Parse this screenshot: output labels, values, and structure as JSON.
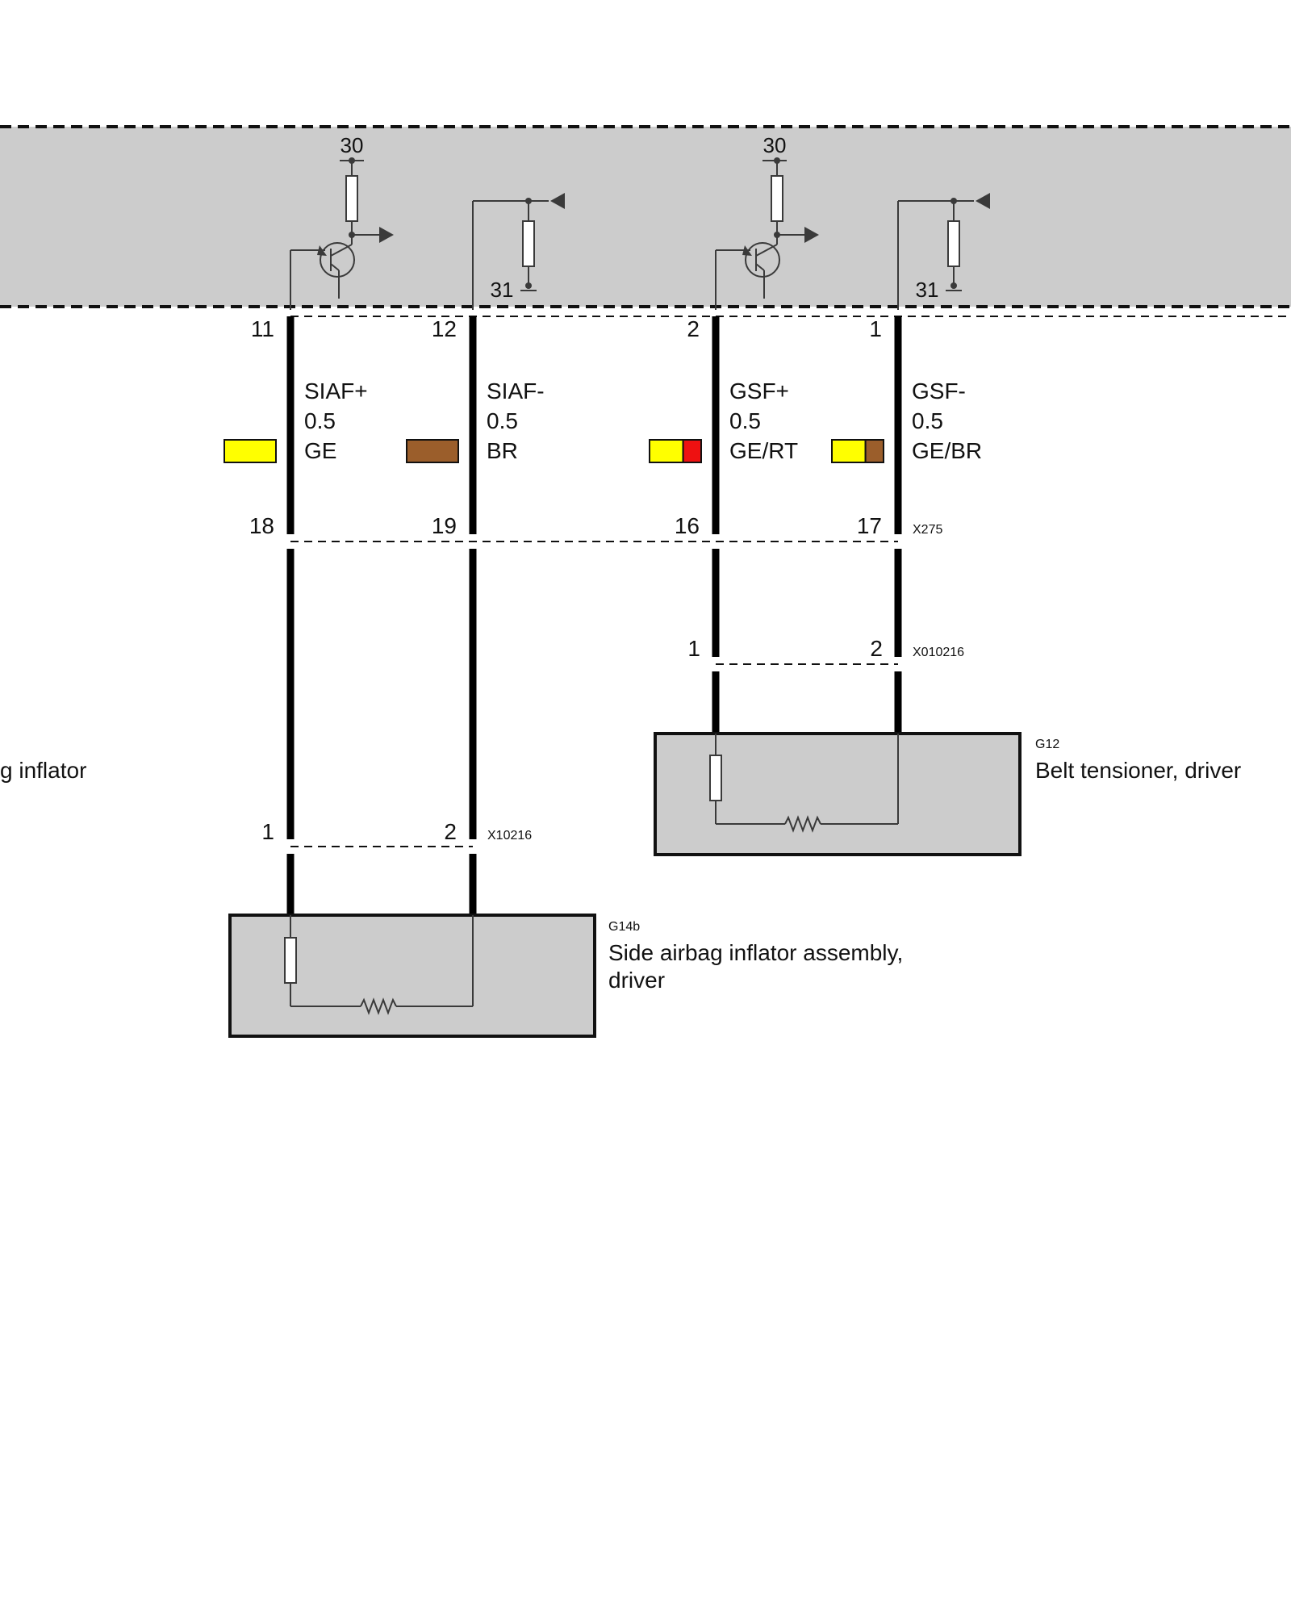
{
  "control_unit": {
    "supply_labels": [
      "30",
      "30"
    ],
    "ground_labels": [
      "31",
      "31"
    ]
  },
  "wires": [
    {
      "upper_pin": "11",
      "lower_pin": "18",
      "signal": "SIAF+",
      "gauge": "0.5",
      "color_code": "GE",
      "colors": [
        "#ffff00"
      ]
    },
    {
      "upper_pin": "12",
      "lower_pin": "19",
      "signal": "SIAF-",
      "gauge": "0.5",
      "color_code": "BR",
      "colors": [
        "#9b5e2b"
      ]
    },
    {
      "upper_pin": "2",
      "lower_pin": "16",
      "signal": "GSF+",
      "gauge": "0.5",
      "color_code": "GE/RT",
      "colors": [
        "#ffff00",
        "#ee1111"
      ]
    },
    {
      "upper_pin": "1",
      "lower_pin": "17",
      "signal": "GSF-",
      "gauge": "0.5",
      "color_code": "GE/BR",
      "colors": [
        "#ffff00",
        "#9b5e2b"
      ]
    }
  ],
  "connectors": {
    "x275": {
      "name": "X275"
    },
    "x010216": {
      "name": "X010216",
      "pins": [
        "1",
        "2"
      ]
    },
    "x10216": {
      "name": "X10216",
      "pins": [
        "1",
        "2"
      ]
    }
  },
  "components": {
    "left_partial": {
      "label": "g inflator"
    },
    "belt_tensioner": {
      "code": "G12",
      "label": "Belt tensioner, driver"
    },
    "side_airbag": {
      "code": "G14b",
      "label_line1": "Side airbag inflator assembly,",
      "label_line2": "driver"
    }
  },
  "colors": {
    "module_fill": "#cccccc",
    "wire": "#000000"
  }
}
